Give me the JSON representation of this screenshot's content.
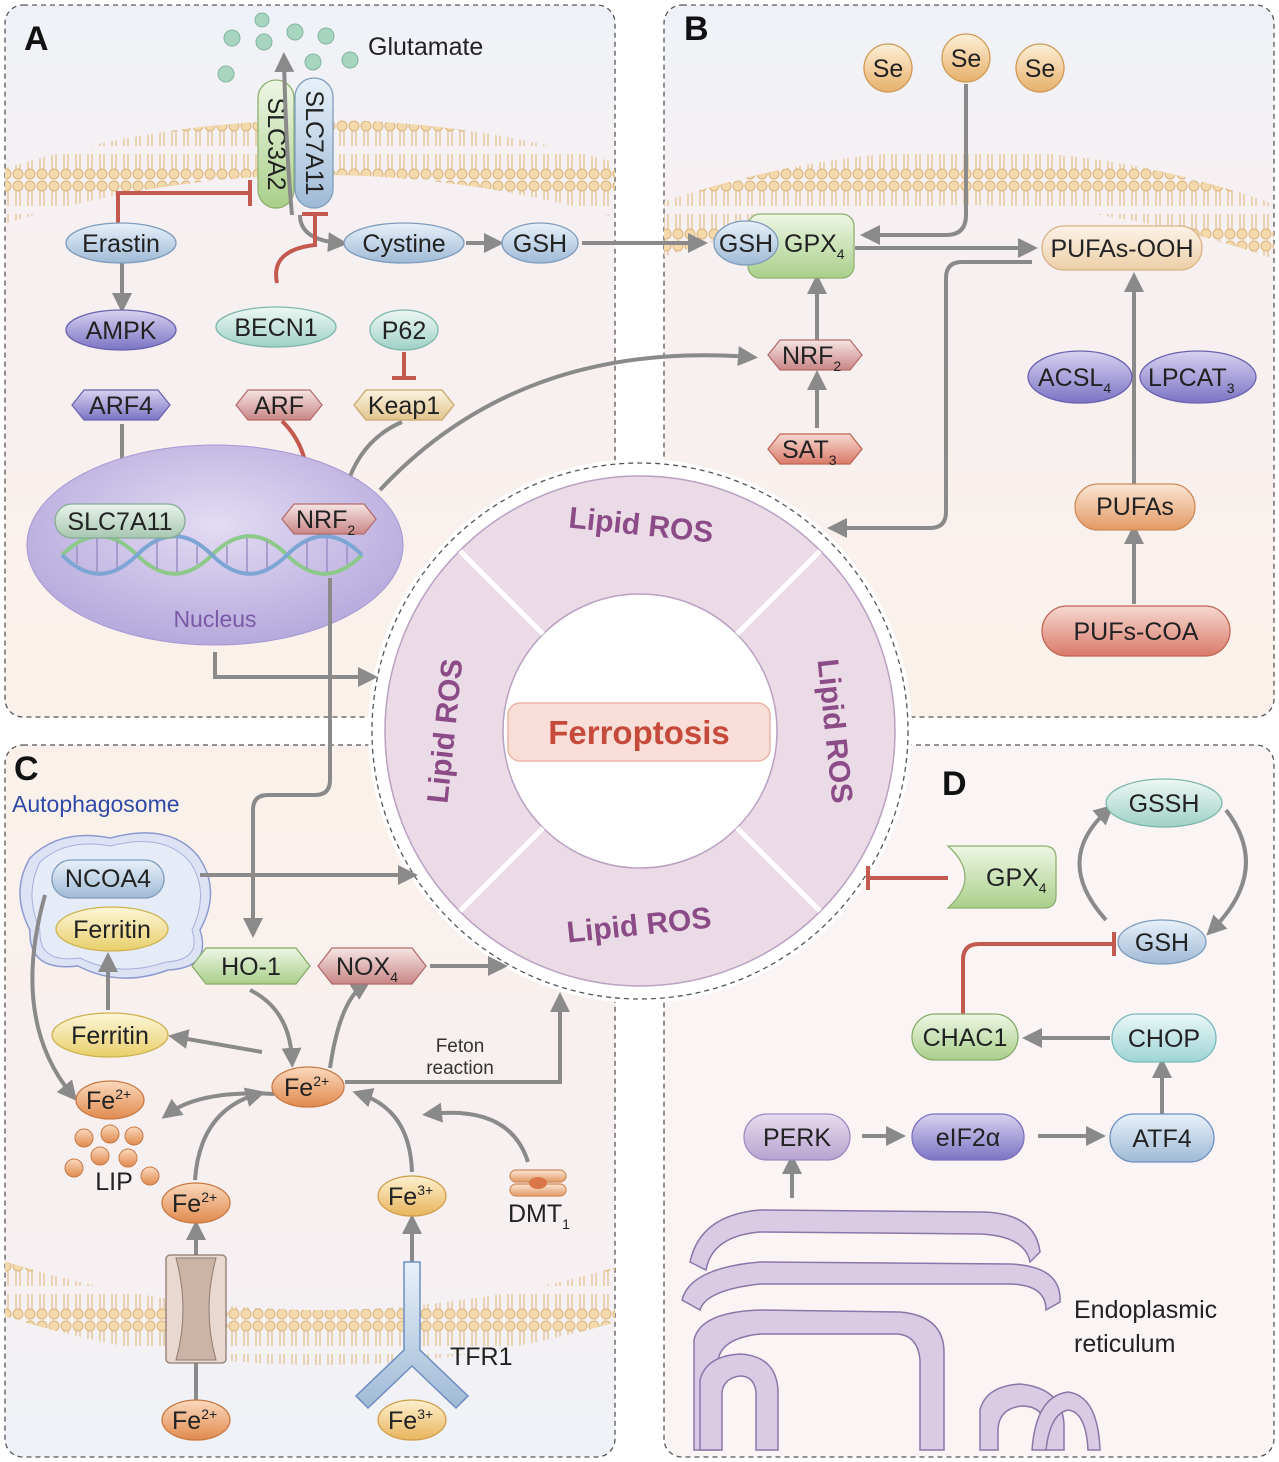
{
  "panels": {
    "a": "A",
    "b": "B",
    "c": "C",
    "d": "D"
  },
  "center": {
    "title": "Ferroptosis",
    "ros_top": "Lipid ROS",
    "ros_left": "Lipid ROS",
    "ros_right": "Lipid ROS",
    "ros_bottom": "Lipid ROS"
  },
  "panel_a": {
    "glutamate": "Glutamate",
    "slc3a2": "SLC3A2",
    "slc7a11_membrane": "SLC7A11",
    "erastin": "Erastin",
    "cystine": "Cystine",
    "gsh": "GSH",
    "ampk": "AMPK",
    "becn1": "BECN1",
    "p62": "P62",
    "arf4": "ARF4",
    "arf": "ARF",
    "keap1": "Keap1",
    "slc7a11_nucleus": "SLC7A11",
    "nrf2_base": "NRF",
    "nrf2_sub": "2",
    "nucleus": "Nucleus"
  },
  "panel_b": {
    "se1": "Se",
    "se2": "Se",
    "se3": "Se",
    "gsh": "GSH",
    "gpx_base": "GPX",
    "gpx_sub": "4",
    "pufas_ooh": "PUFAs-OOH",
    "nrf_base": "NRF",
    "nrf_sub": "2",
    "sat_base": "SAT",
    "sat_sub": "3",
    "acsl_base": "ACSL",
    "acsl_sub": "4",
    "lpcat_base": "LPCAT",
    "lpcat_sub": "3",
    "pufas": "PUFAs",
    "pufs_coa": "PUFs-COA"
  },
  "panel_c": {
    "autophagosome": "Autophagosome",
    "ncoa4": "NCOA4",
    "ferritin_inner": "Ferritin",
    "ho1": "HO-1",
    "nox_base": "NOX",
    "nox_sub": "4",
    "ferritin": "Ferritin",
    "fe2_center": "Fe",
    "fe2_center_sup": "2+",
    "fe2_left": "Fe",
    "fe2_left_sup": "2+",
    "lip": "LIP",
    "feton1": "Feton",
    "feton2": "reaction",
    "fe2_mid": "Fe",
    "fe2_mid_sup": "2+",
    "fe3_mid": "Fe",
    "fe3_mid_sup": "3+",
    "dmt_base": "DMT",
    "dmt_sub": "1",
    "tfr1": "TFR1",
    "fe2_bottom": "Fe",
    "fe2_bottom_sup": "2+",
    "fe3_bottom": "Fe",
    "fe3_bottom_sup": "3+"
  },
  "panel_d": {
    "gssh": "GSSH",
    "gpx_base": "GPX",
    "gpx_sub": "4",
    "gsh": "GSH",
    "chac1": "CHAC1",
    "chop": "CHOP",
    "perk": "PERK",
    "eif2a": "eIF2α",
    "atf4": "ATF4",
    "er1": "Endoplasmic",
    "er2": "reticulum"
  }
}
